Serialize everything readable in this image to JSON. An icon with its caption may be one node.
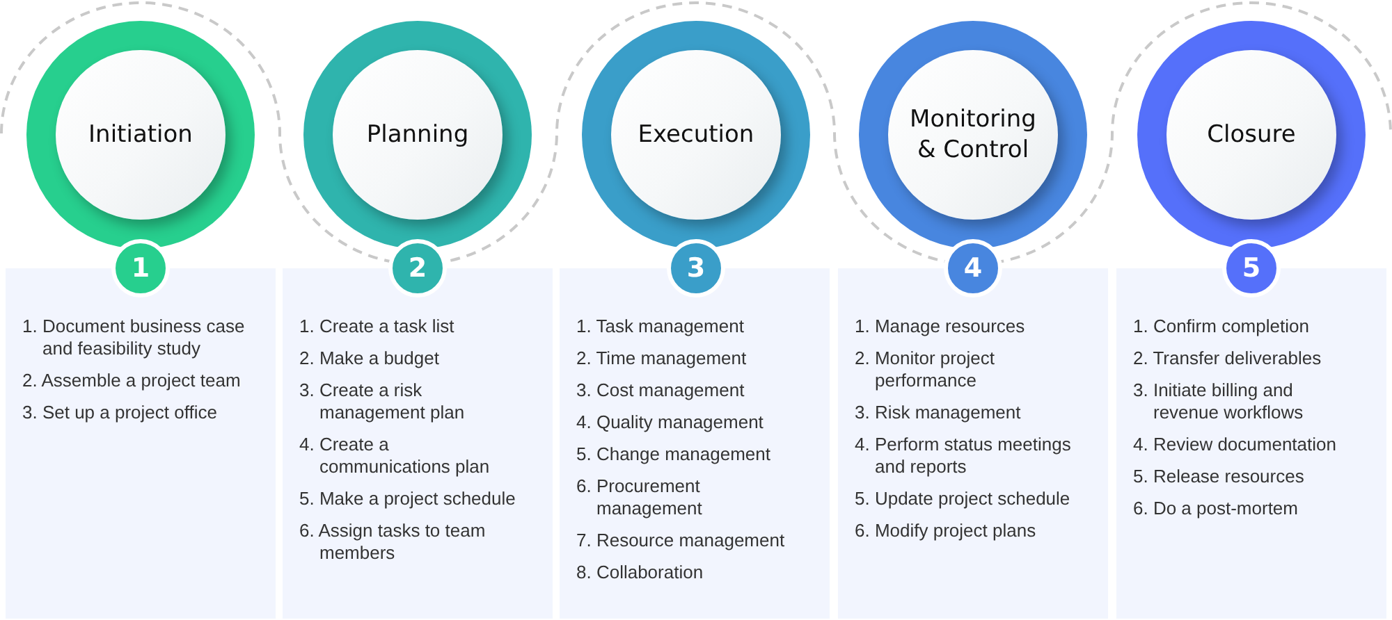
{
  "diagram": {
    "nodes": [
      {
        "text": [
          "Initiation"
        ]
      },
      {
        "text": [
          "1"
        ]
      },
      {
        "text": [
          "1. Document business case and feasibility study",
          "2. Assemble a project team",
          "3. Set up a project office"
        ]
      },
      {
        "text": [
          "Planning"
        ]
      },
      {
        "text": [
          "2"
        ]
      },
      {
        "text": [
          "1. Create a task list",
          "2. Make a budget",
          "3. Create a risk management plan",
          "4. Create a communications plan",
          "5. Make a project schedule",
          "6. Assign tasks to team members"
        ]
      },
      {
        "text": [
          "Execution"
        ]
      },
      {
        "text": [
          "3"
        ]
      },
      {
        "text": [
          "1. Task management",
          "2. Time management",
          "3. Cost management",
          "4. Quality management",
          "5. Change management",
          "6. Procurement management",
          "7. Resource management",
          "8. Collaboration"
        ]
      },
      {
        "text": [
          "Monitoring & Control"
        ]
      },
      {
        "text": [
          "4"
        ]
      },
      {
        "text": [
          "1. Manage resources",
          "2. Monitor project performance",
          "3. Risk management",
          "4. Perform status meetings and reports",
          "5. Update project schedule",
          "6. Modify project plans"
        ]
      },
      {
        "text": [
          "Closure"
        ]
      },
      {
        "text": [
          "5"
        ]
      },
      {
        "text": [
          "1. Confirm completion",
          "2. Transfer deliverables",
          "3. Initiate billing and revenue workflows",
          "4. Review documentation",
          "5. Release resources",
          "6. Do a post-mortem"
        ]
      }
    ]
  }
}
